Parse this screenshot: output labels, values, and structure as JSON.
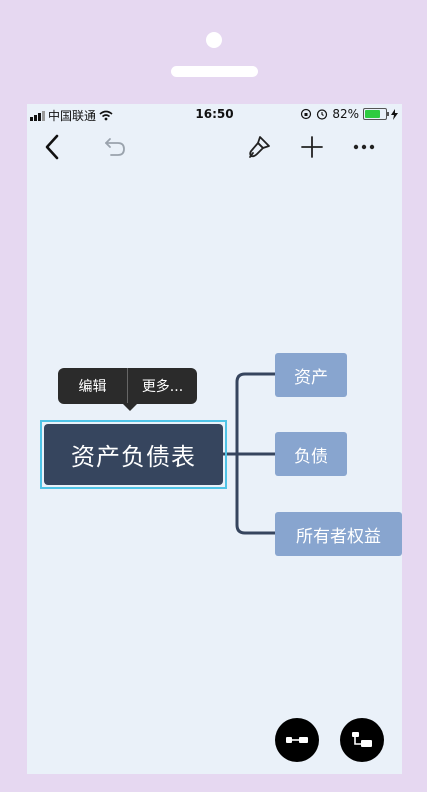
{
  "status_bar": {
    "carrier": "中国联通",
    "time": "16:50",
    "battery_percent": "82%",
    "battery_level": 0.82
  },
  "toolbar": {
    "back_icon": "chevron-left-icon",
    "undo_icon": "undo-icon",
    "style_icon": "paint-brush-icon",
    "add_icon": "plus-icon",
    "more_icon": "ellipsis-icon"
  },
  "popover": {
    "edit_label": "编辑",
    "more_label": "更多..."
  },
  "mindmap": {
    "root": "资产负债表",
    "children": [
      "资产",
      "负债",
      "所有者权益"
    ]
  },
  "colors": {
    "root_bg": "#36455e",
    "child_bg": "#88a5cf",
    "selection": "#4fc3e6",
    "screen_bg": "#eaf1f9",
    "frame": "#e6d8f1"
  }
}
